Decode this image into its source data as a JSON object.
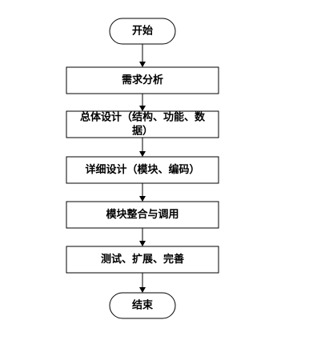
{
  "flowchart": {
    "start": "开始",
    "steps": [
      "需求分析",
      "总体设计（结构、功能、数",
      "据）",
      "详细设计（模块、编码）",
      "模块整合与调用",
      "测试、扩展、完善"
    ],
    "end": "结束"
  },
  "colors": {
    "stroke": "#000000",
    "fill": "#ffffff",
    "text": "#000000"
  }
}
